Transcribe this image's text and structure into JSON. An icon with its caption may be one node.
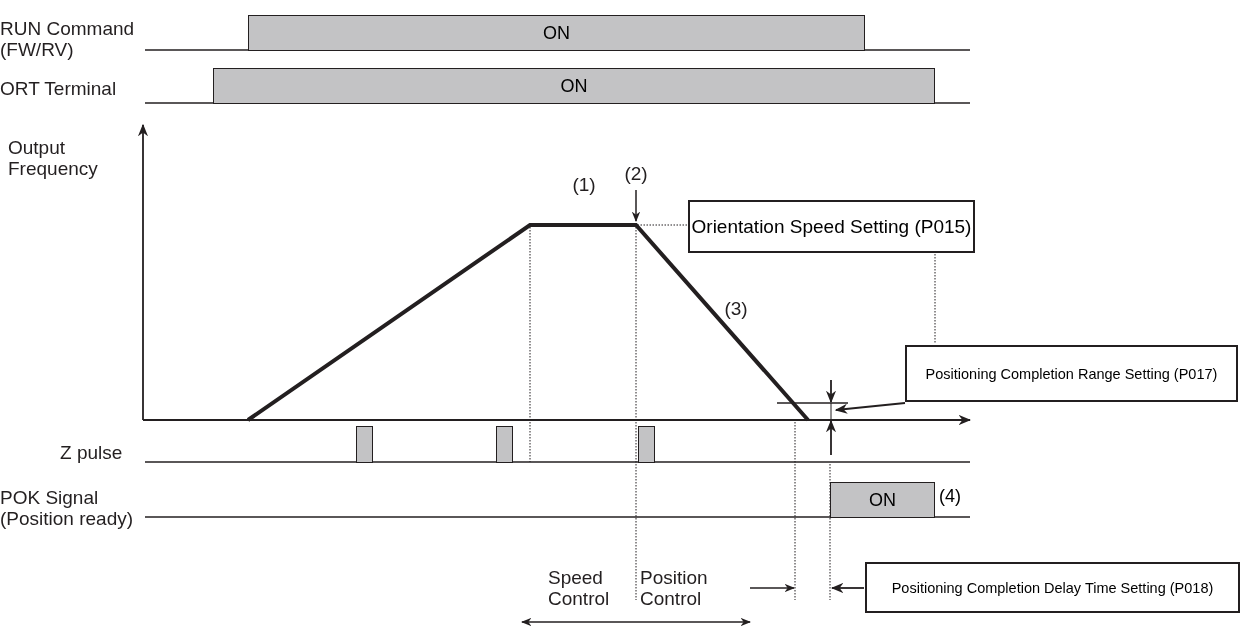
{
  "diagram": {
    "nodes": [
      {
        "text": [
          "ON"
        ]
      },
      {
        "text": [
          "ON"
        ]
      },
      {
        "text": [
          "Orientation Speed Setting (P015)"
        ]
      },
      {
        "text": [
          "Positioning Completion Range Setting (P017)"
        ]
      },
      {
        "text": [],
        "shape": "bar"
      },
      {
        "text": [],
        "shape": "bar"
      },
      {
        "text": [],
        "shape": "bar"
      },
      {
        "text": [
          "ON"
        ],
        "beside": [
          "(4)"
        ]
      },
      {
        "text": [
          "Positioning Completion  Delay Time Setting (P018)"
        ]
      },
      {
        "text": [],
        "shape": "picture"
      },
      {
        "text": [],
        "shape": "picture"
      }
    ],
    "edges": [
      {
        "from": 2,
        "to": 3,
        "arrow": "none",
        "style": "dashed"
      },
      {
        "from": 2,
        "to": 9,
        "arrow": "none",
        "style": "dashed"
      },
      {
        "from": 3,
        "to": 10,
        "arrow": "to"
      },
      {
        "from": 8,
        "to": null,
        "arrow": "to"
      }
    ],
    "labels": [
      "RUN Command (FW/RV)",
      "ORT Terminal",
      "Output Frequency",
      "(2)",
      "(1)",
      "(3)",
      "Z pulse",
      "POK Signal (Position ready)",
      "Speed Control",
      "Position Control"
    ]
  }
}
